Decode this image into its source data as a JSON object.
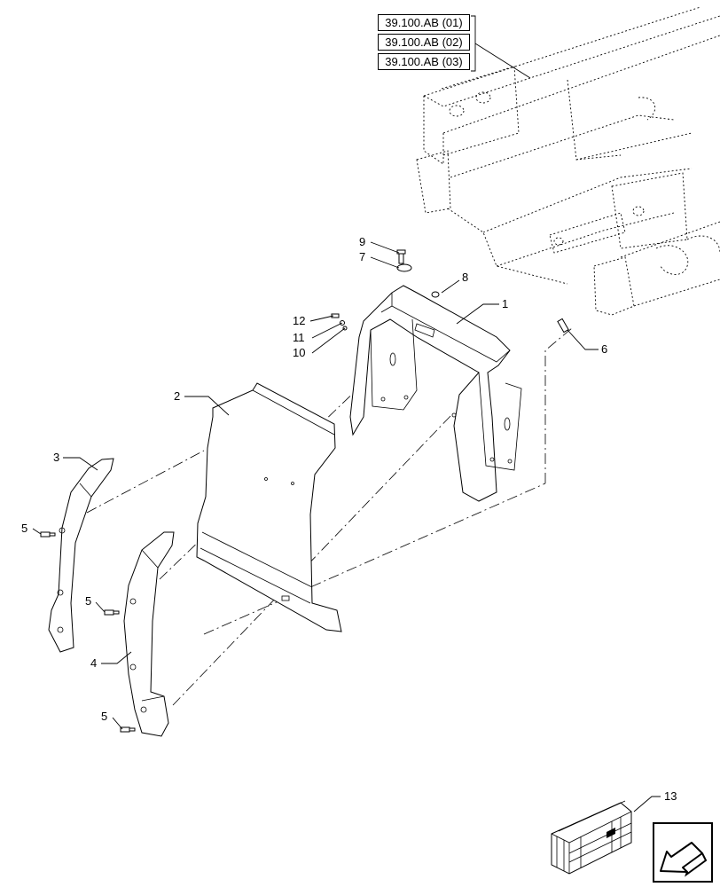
{
  "references": [
    {
      "label": "39.100.AB (01)"
    },
    {
      "label": "39.100.AB (02)"
    },
    {
      "label": "39.100.AB (03)"
    }
  ],
  "callouts": {
    "c1": "1",
    "c2": "2",
    "c3": "3",
    "c4": "4",
    "c5a": "5",
    "c5b": "5",
    "c5c": "5",
    "c6": "6",
    "c7": "7",
    "c8": "8",
    "c9": "9",
    "c10": "10",
    "c11": "11",
    "c12": "12",
    "c13": "13"
  },
  "icons": {
    "kit": "parts-kit-crate-icon",
    "nav": "navigation-arrow-icon"
  }
}
